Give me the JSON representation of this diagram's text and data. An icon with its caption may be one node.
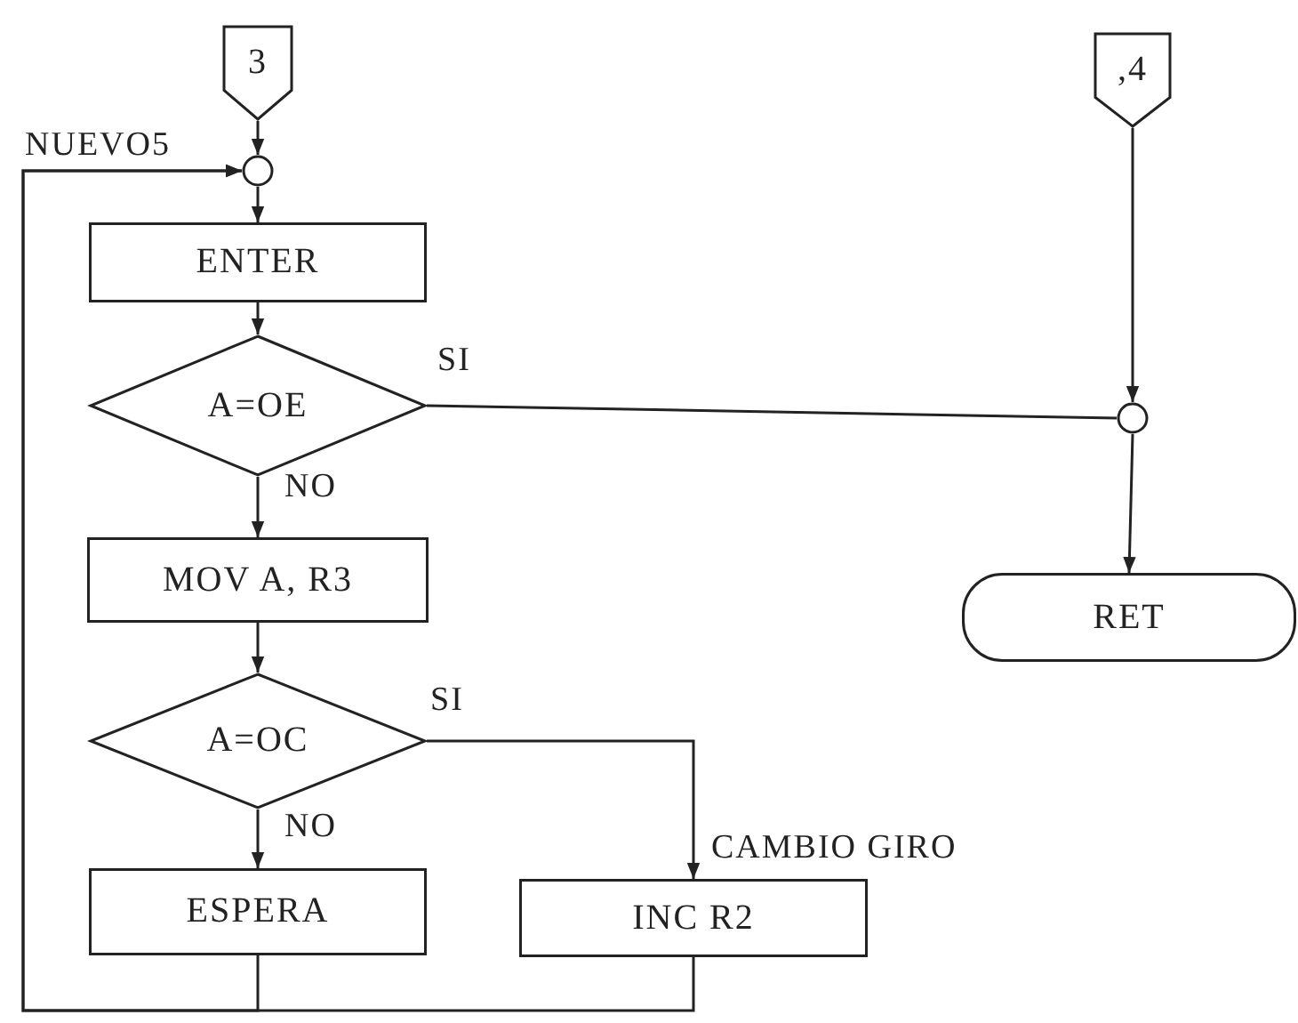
{
  "diagram": {
    "nodes": [
      {
        "text": [
          "3"
        ]
      },
      {
        "text": [],
        "shape": "circle"
      },
      {
        "text": [
          "ENTER"
        ]
      },
      {
        "text": [
          "A=OE"
        ]
      },
      {
        "text": [
          ",4"
        ]
      },
      {
        "text": [],
        "shape": "circle"
      },
      {
        "text": [
          "RET"
        ]
      },
      {
        "text": [
          "MOV A, R3"
        ]
      },
      {
        "text": [
          "A=OC"
        ]
      },
      {
        "text": [
          "ESPERA"
        ]
      },
      {
        "text": [
          "INC R2"
        ]
      }
    ],
    "edges": [
      {
        "from": 0,
        "to": 1,
        "arrow": "to"
      },
      {
        "from": 1,
        "to": 2,
        "arrow": "to"
      },
      {
        "from": 2,
        "to": 3,
        "arrow": "to"
      },
      {
        "from": 3,
        "to": 5,
        "arrow": "none",
        "label": "SI"
      },
      {
        "from": 4,
        "to": 5,
        "arrow": "to"
      },
      {
        "from": 5,
        "to": 6,
        "arrow": "to"
      },
      {
        "from": 3,
        "to": 7,
        "arrow": "to",
        "label": "NO"
      },
      {
        "from": 7,
        "to": 8,
        "arrow": "to"
      },
      {
        "from": 8,
        "to": 10,
        "arrow": "to",
        "label": "SI"
      },
      {
        "from": 8,
        "to": 9,
        "arrow": "to",
        "label": "NO"
      },
      {
        "from": 9,
        "to": 1,
        "arrow": "to"
      },
      {
        "from": 10,
        "to": 1,
        "arrow": "to"
      }
    ],
    "labels": [
      "NUEVO5",
      "CAMBIO GIRO"
    ]
  }
}
